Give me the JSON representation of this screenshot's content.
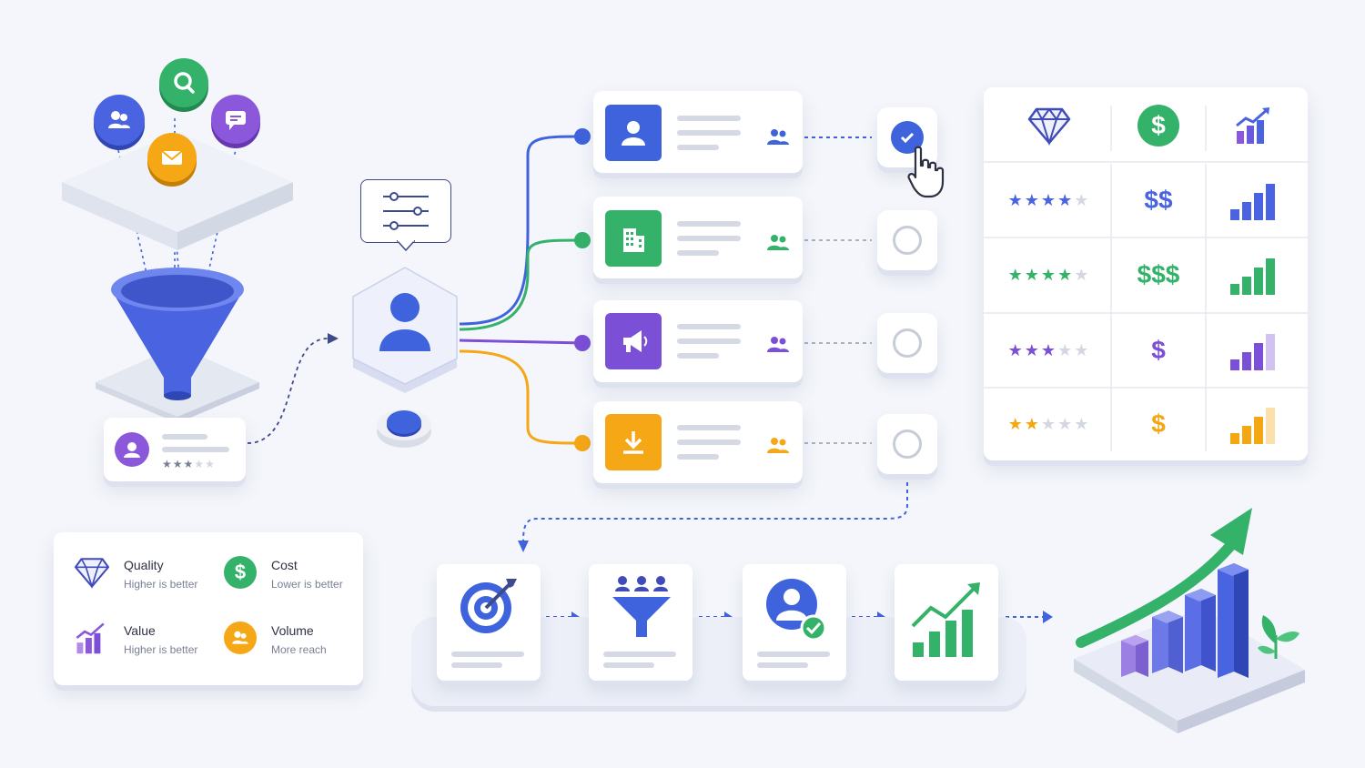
{
  "legend": {
    "quality": {
      "title": "Quality",
      "sub": "Higher is better"
    },
    "cost": {
      "title": "Cost",
      "sub": "Lower is better"
    },
    "value": {
      "title": "Value",
      "sub": "Higher is better"
    },
    "volume": {
      "title": "Volume",
      "sub": "More reach"
    }
  },
  "table": {
    "rows": [
      {
        "stars_filled": 4,
        "stars_total": 5,
        "price": "$$",
        "bars_level": 4,
        "color": "#4a63e0"
      },
      {
        "stars_filled": 4,
        "stars_total": 5,
        "price": "$$$",
        "bars_level": 4,
        "color": "#34b26a"
      },
      {
        "stars_filled": 3,
        "stars_total": 5,
        "price": "$",
        "bars_level": 3,
        "color": "#7b4fd6"
      },
      {
        "stars_filled": 2,
        "stars_total": 5,
        "price": "$",
        "bars_level": 3,
        "color": "#f3a712"
      }
    ]
  },
  "channels": [
    {
      "icon": "user-icon",
      "color": "#3f63dd",
      "selected": true
    },
    {
      "icon": "building-icon",
      "color": "#34b26a",
      "selected": false
    },
    {
      "icon": "megaphone-icon",
      "color": "#7b4fd6",
      "selected": false
    },
    {
      "icon": "download-icon",
      "color": "#f5a716",
      "selected": false
    }
  ],
  "source_card": {
    "rating_filled": 3,
    "rating_total": 5
  },
  "colors": {
    "blue": "#3f63dd",
    "green": "#34b26a",
    "purple": "#7b4fd6",
    "orange": "#f5a716"
  }
}
